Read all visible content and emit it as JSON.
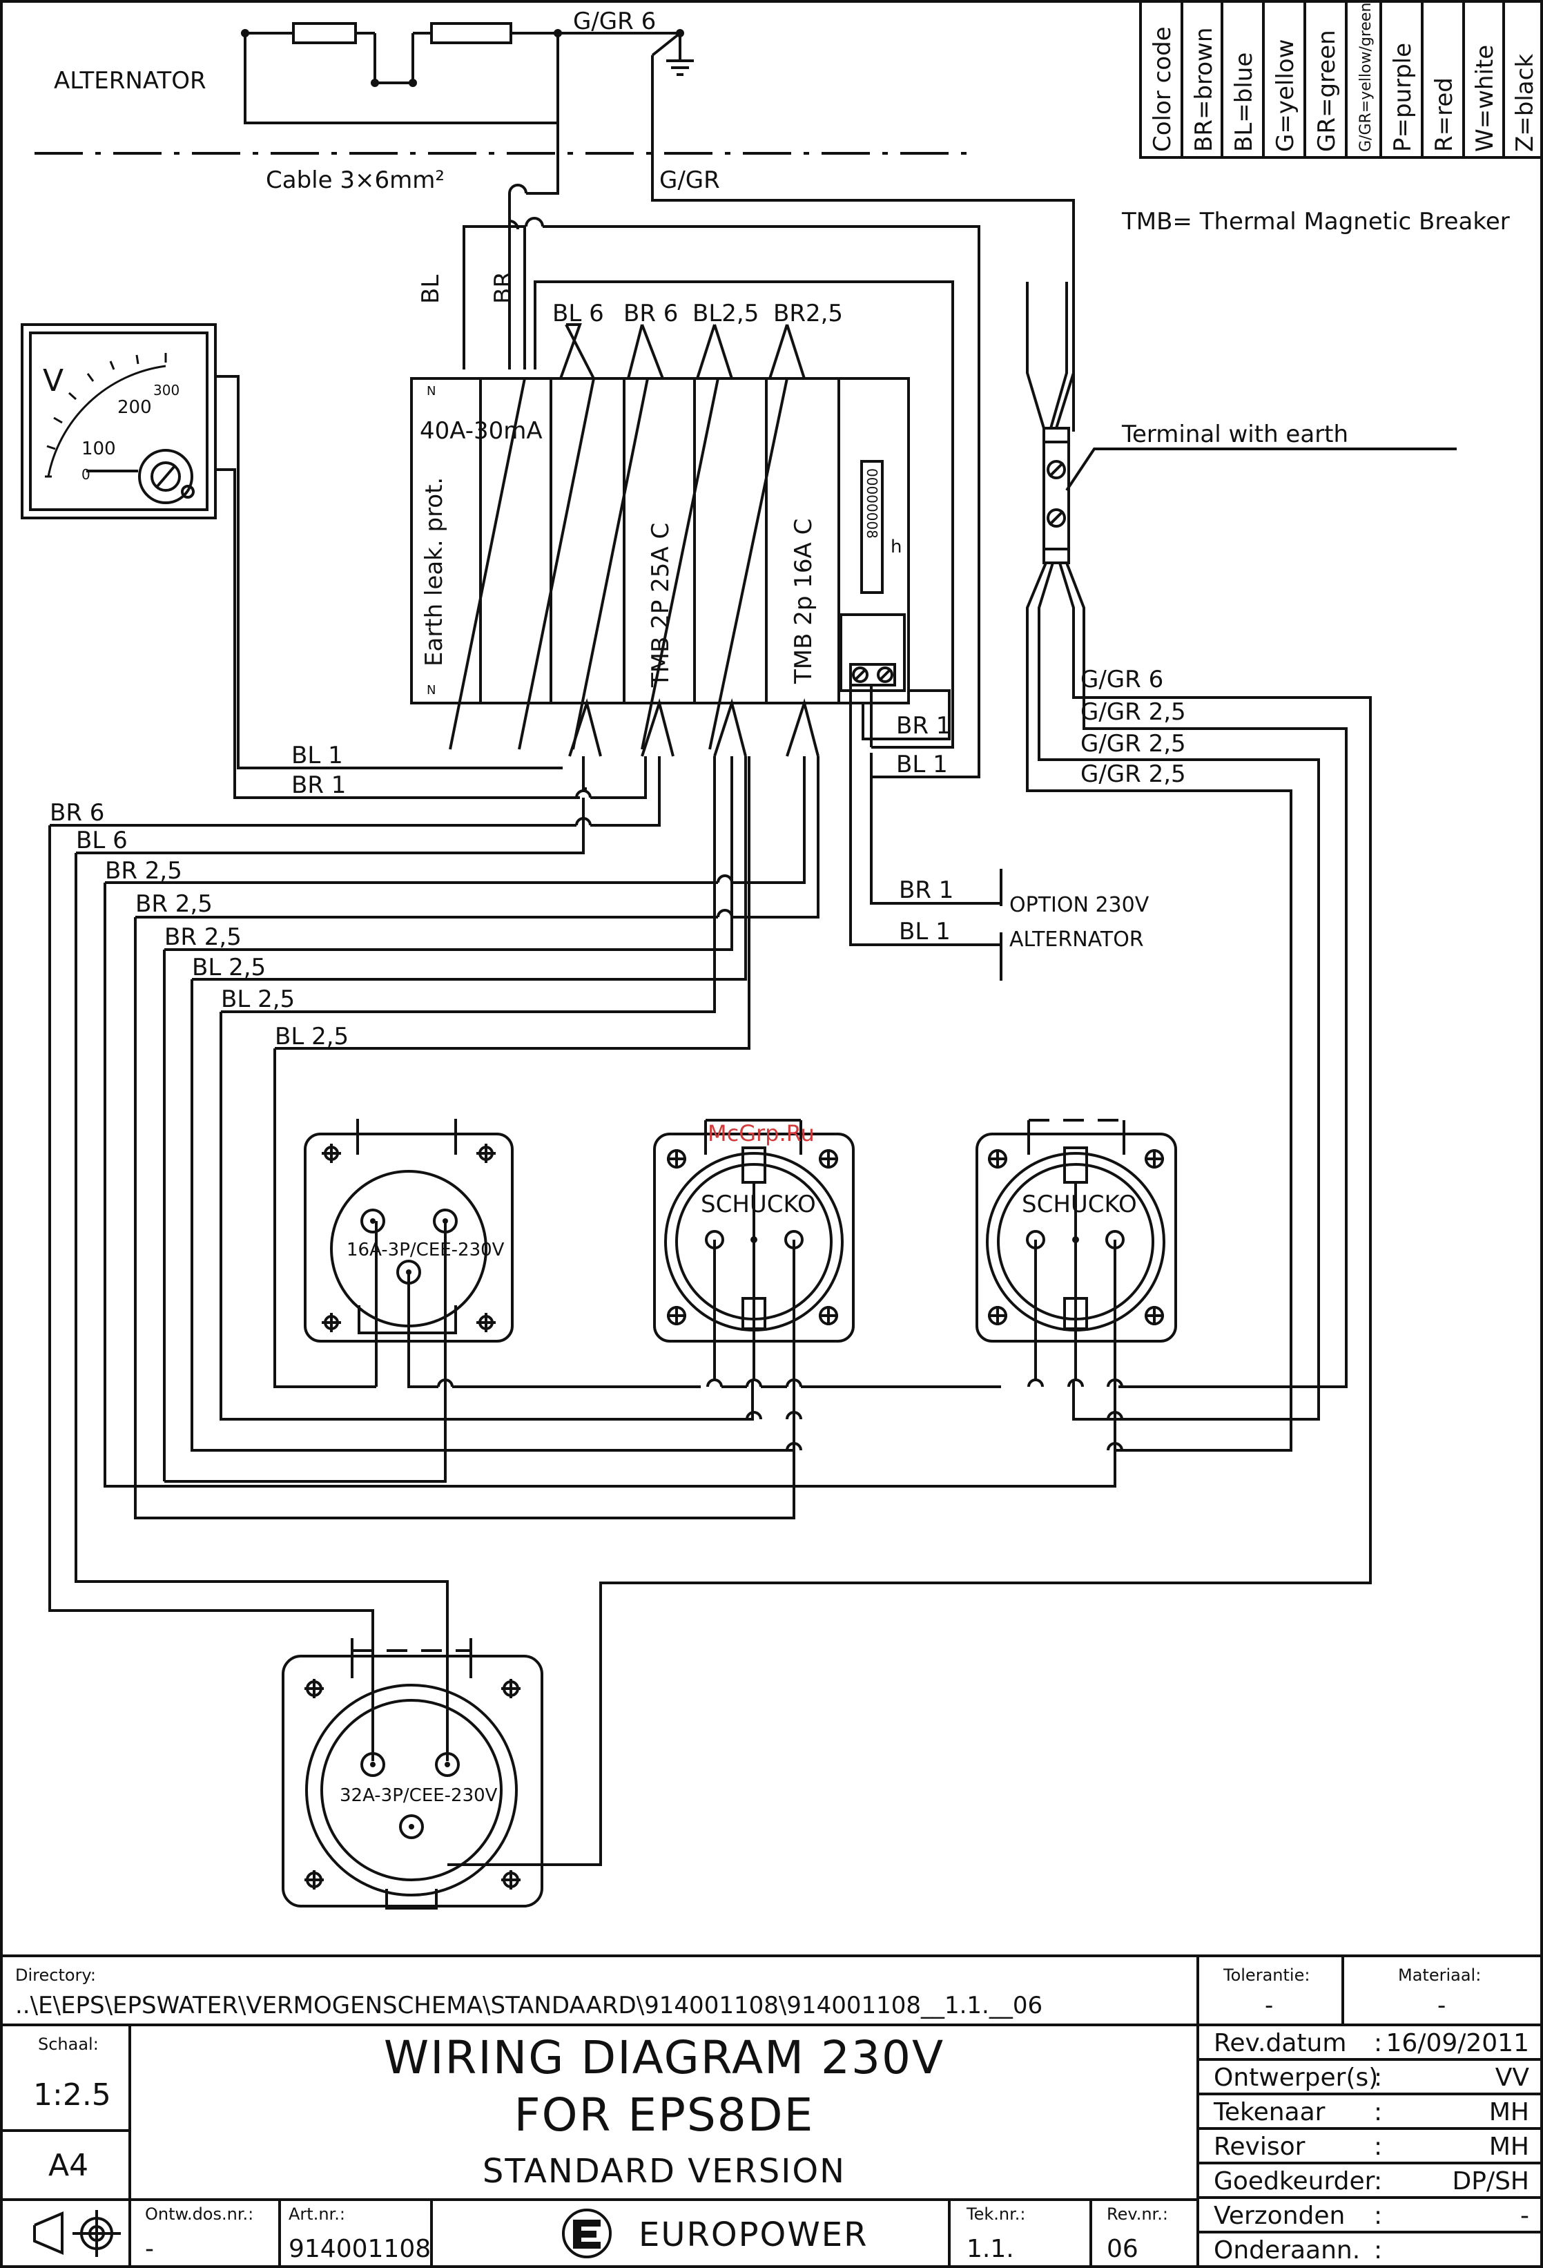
{
  "labels": {
    "alternator": "ALTERNATOR",
    "cable": "Cable 3×6mm²",
    "g_gr_6_top": "G/GR 6",
    "g_gr_side": "G/GR",
    "bl": "BL",
    "br": "BR",
    "bl6": "BL 6",
    "br6": "BR 6",
    "bl25": "BL2,5",
    "br25": "BR2,5",
    "tmb_note": "TMB= Thermal Magnetic Breaker",
    "terminal_earth": "Terminal with earth",
    "voltmeter_v": "V",
    "voltmeter_100": "100",
    "voltmeter_200": "200",
    "voltmeter_300": "300",
    "voltmeter_0": "0",
    "elcb_rating": "40A-30mA",
    "elcb_name": "Earth leak. prot.",
    "elcb_n_top": "N",
    "elcb_n_bot": "N",
    "tmb25": "TMB 2P 25A C",
    "tmb16": "TMB 2p 16A C",
    "hour_counter": "00000008",
    "hour_unit": "h",
    "br1": "BR 1",
    "bl1": "BL 1",
    "option": "OPTION 230V",
    "alternator_opt": "ALTERNATOR",
    "ggr6": "G/GR 6",
    "ggr25": "G/GR 2,5",
    "w_br6": "BR 6",
    "w_bl6": "BL 6",
    "w_br25": "BR 2,5",
    "w_bl25": "BL 2,5",
    "schucko": "SCHUCKO",
    "cee16": "16A-3P/CEE-230V",
    "cee32": "32A-3P/CEE-230V",
    "watermark": "McGrp.Ru"
  },
  "color_code": {
    "heading": "Color code",
    "items": [
      "BR=brown",
      "BL=blue",
      "G=yellow",
      "GR=green",
      "G/GR=yellow/green",
      "P=purple",
      "R=red",
      "W=white",
      "Z=black"
    ]
  },
  "title_block": {
    "directory_label": "Directory:",
    "directory": "..\\E\\EPS\\EPSWATER\\VERMOGENSCHEMA\\STANDAARD\\914001108\\914001108__1.1.__06",
    "tolerantie_label": "Tolerantie:",
    "tolerantie": "-",
    "materiaal_label": "Materiaal:",
    "materiaal": "-",
    "schaal_label": "Schaal:",
    "schaal": "1:2.5",
    "format": "A4",
    "title1": "WIRING DIAGRAM 230V",
    "title2": "FOR EPS8DE",
    "title3": "STANDARD VERSION",
    "ontw_label": "Ontw.dos.nr.:",
    "ontw": "-",
    "art_label": "Art.nr.:",
    "art": "914001108",
    "company": "EUROPOWER",
    "tek_label": "Tek.nr.:",
    "tek": "1.1.",
    "rev_label": "Rev.nr.:",
    "rev": "06",
    "rows": [
      {
        "k": "Rev.datum",
        "sep": ":",
        "v": "16/09/2011"
      },
      {
        "k": "Ontwerper(s)",
        "sep": ":",
        "v": "VV"
      },
      {
        "k": "Tekenaar",
        "sep": ":",
        "v": "MH"
      },
      {
        "k": "Revisor",
        "sep": ":",
        "v": "MH"
      },
      {
        "k": "Goedkeurder",
        "sep": ":",
        "v": "DP/SH"
      },
      {
        "k": "Verzonden",
        "sep": ":",
        "v": "-"
      },
      {
        "k": "Onderaann.",
        "sep": ":",
        "v": ""
      }
    ]
  }
}
